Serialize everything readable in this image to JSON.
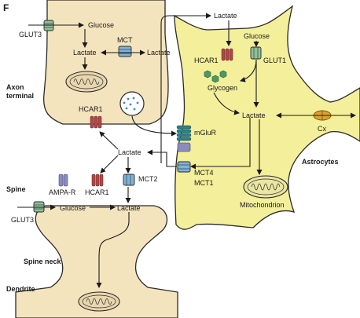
{
  "panel_letter": "F",
  "colors": {
    "neuron_fill": "#f4e4bd",
    "astrocyte_fill": "#f3ef9b",
    "outline": "#2a2a2a",
    "transporter_green": "#8fc09a",
    "transporter_blue": "#7fb3d9",
    "receptor_red": "#b04848",
    "receptor_purple": "#8a8cc0",
    "glycogen_green": "#4e9a5c",
    "gap_junction_orange": "#e0a030"
  },
  "labels": {
    "glut3_top": "GLUT3",
    "glucose_axon": "Glucose",
    "lactate_axon": "Lactate",
    "mct": "MCT",
    "lactate_mct_out": "Lactate",
    "lactate_top": "Lactate",
    "axon_terminal_1": "Axon",
    "axon_terminal_2": "terminal",
    "hcar1_axon": "HCAR1",
    "hcar1_astro": "HCAR1",
    "glucose_astro": "Glucose",
    "glut1": "GLUT1",
    "glycogen": "Glycogen",
    "lactate_astro": "Lactate",
    "cx": "Cx",
    "mglur": "mGluR",
    "mct4": "MCT4",
    "mct1": "MCT1",
    "astrocytes": "Astrocytes",
    "mitochondrion": "Mitochondrion",
    "lactate_mid": "Lactate",
    "spine": "Spine",
    "ampa_r": "AMPA-R",
    "hcar1_spine": "HCAR1",
    "mct2": "MCT2",
    "glut3_bottom": "GLUT3",
    "glucose_spine": "Glucose",
    "lactate_spine": "Lactate",
    "spine_neck": "Spine neck",
    "dendrite": "Dendrite"
  },
  "icons": {
    "transporter": "transporter-icon",
    "receptor": "receptor-icon",
    "mitochondrion": "mitochondrion-icon",
    "vesicle": "synaptic-vesicle-icon",
    "glycogen": "glycogen-granule-icon",
    "gap_junction": "gap-junction-icon"
  }
}
